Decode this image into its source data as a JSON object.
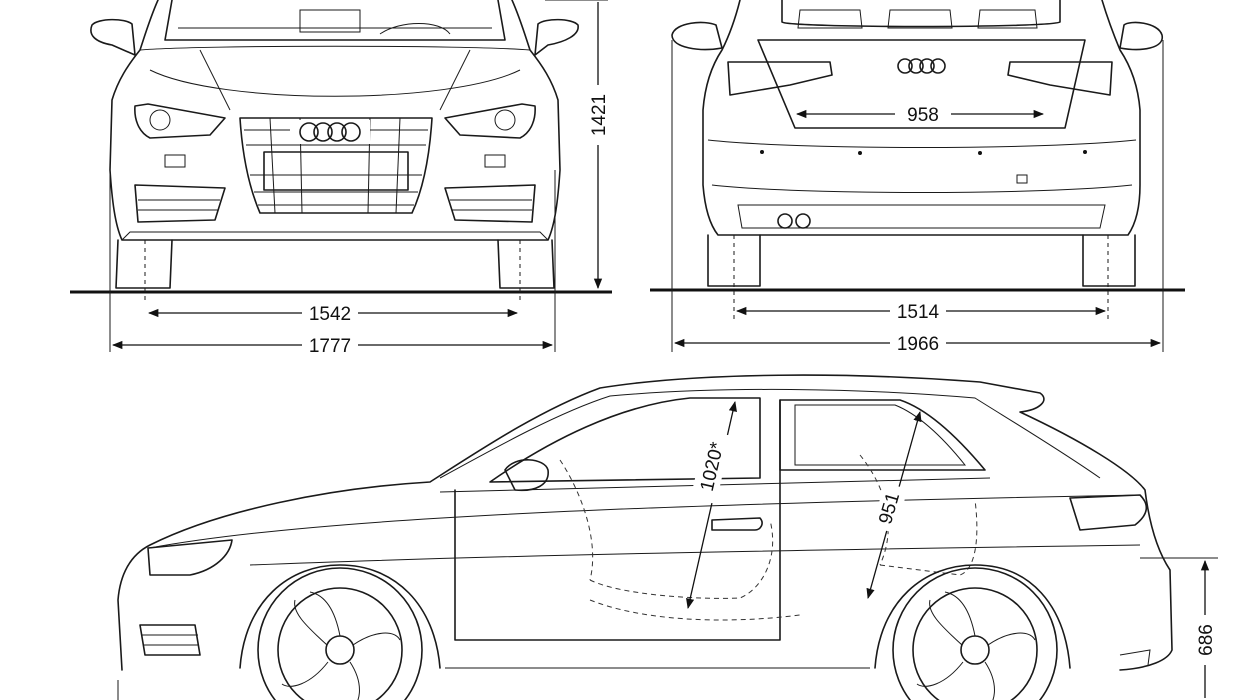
{
  "dimensions": {
    "front_height": "1421",
    "front_track": "1542",
    "front_width": "1777",
    "rear_tailgate": "958",
    "rear_track": "1514",
    "rear_width_mirrors": "1966",
    "front_headroom": "1020*",
    "rear_headroom": "951",
    "loading_sill": "686"
  },
  "brand": "audi-four-rings-logo"
}
